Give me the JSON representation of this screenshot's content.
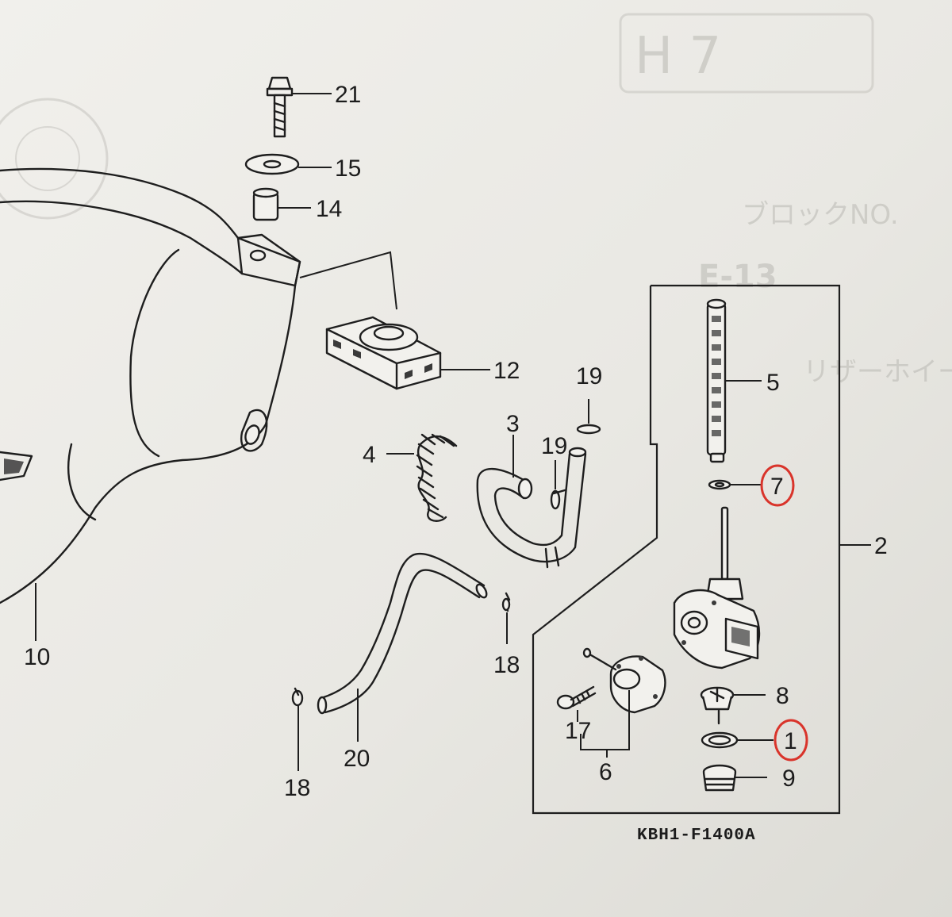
{
  "diagram": {
    "drawing_code": "KBH1-F1400A",
    "ghost_text": {
      "block_letters": "H 7",
      "right_text_1": "ブロックNO.",
      "right_text_2": "E-13",
      "right_text_3": "リザーホイール"
    },
    "highlight_color": "#d9342b",
    "highlighted_parts": [
      "7",
      "1"
    ],
    "callouts": {
      "p21": "21",
      "p15": "15",
      "p14": "14",
      "p12": "12",
      "p19a": "19",
      "p19b": "19",
      "p3": "3",
      "p4": "4",
      "p5": "5",
      "p7": "7",
      "p2": "2",
      "p10": "10",
      "p18a": "18",
      "p18b": "18",
      "p20": "20",
      "p8": "8",
      "p17": "17",
      "p1": "1",
      "p6": "6",
      "p9": "9"
    }
  }
}
